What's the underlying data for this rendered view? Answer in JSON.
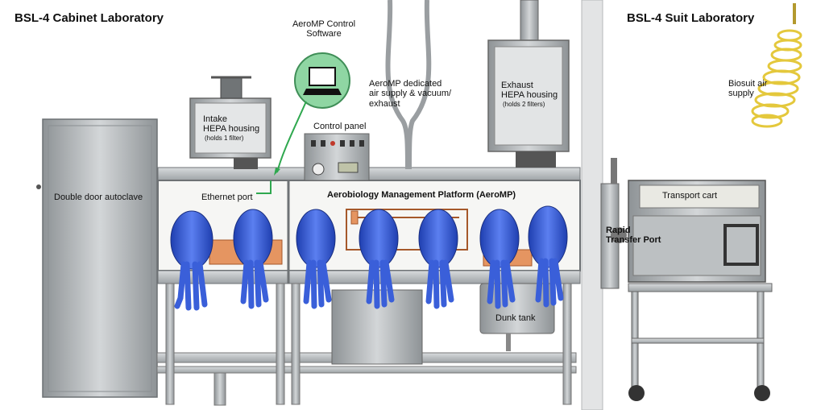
{
  "titles": {
    "cabinet_lab": "BSL-4 Cabinet Laboratory",
    "suit_lab": "BSL-4 Suit Laboratory"
  },
  "labels": {
    "control_software": "AeroMP Control\nSoftware",
    "dedicated_air": "AeroMP dedicated\nair supply & vacuum/\nexhaust",
    "intake_hepa": "Intake\nHEPA housing",
    "intake_hepa_note": "(holds 1 filter)",
    "exhaust_hepa": "Exhaust\nHEPA housing",
    "exhaust_hepa_note": "(holds 2 filters)",
    "control_panel": "Control panel",
    "autoclave": "Double door autoclave",
    "ethernet_port": "Ethernet port",
    "aeromp": "Aerobiology Management Platform (AeroMP)",
    "dunk_tank": "Dunk tank",
    "transport_cart": "Transport cart",
    "rapid_transfer_port": "Rapid\nTransfer Port",
    "biosuit_air": "Biosuit air\nsupply"
  },
  "colors": {
    "glove": "#3a5fd9",
    "steel": "#b9bdbf",
    "arrow": "#2fa84f",
    "monitor_circle": "#8fd6a3"
  }
}
